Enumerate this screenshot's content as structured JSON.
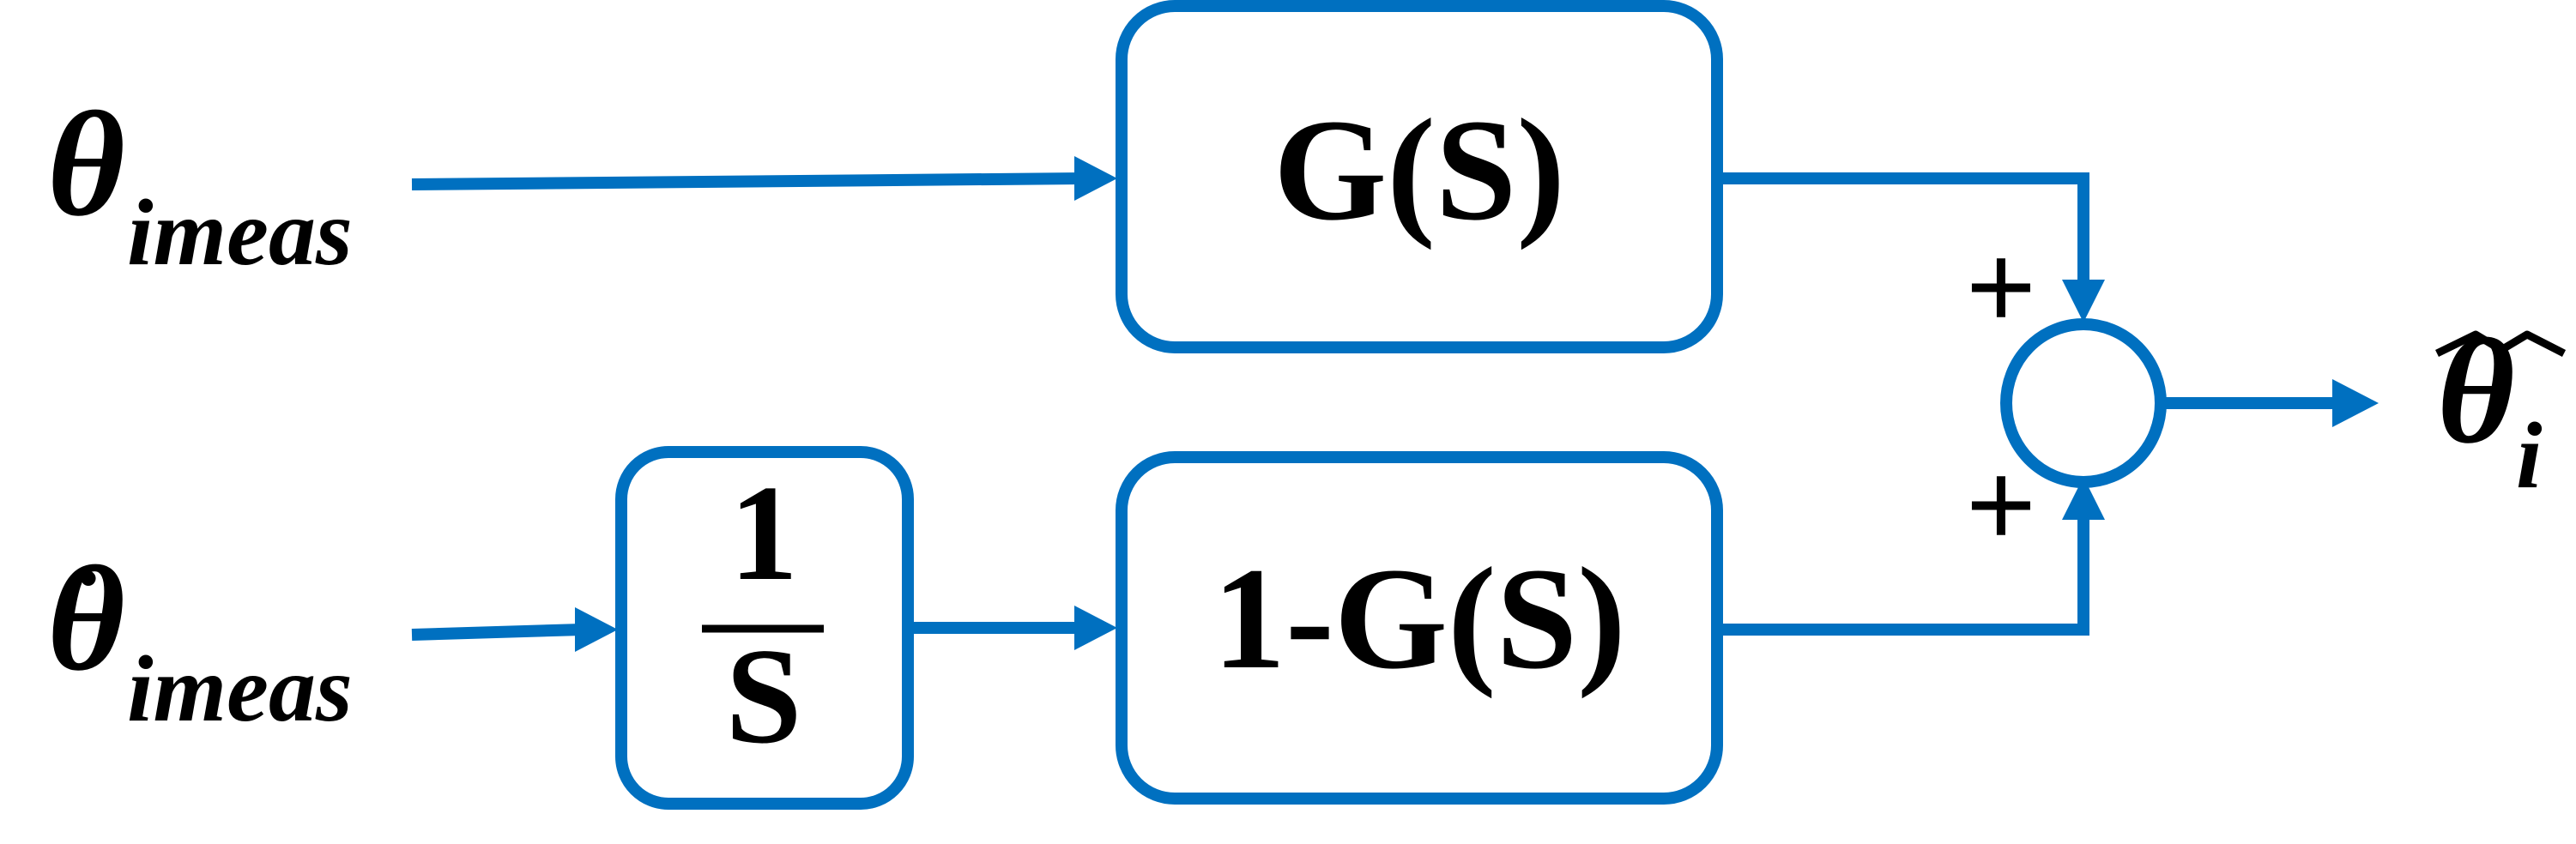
{
  "colors": {
    "accent": "#0070C0",
    "text": "#000000"
  },
  "inputs": {
    "theta_symbol": "θ",
    "theta_subscript": "imeas",
    "theta_dot_symbol": "θ",
    "theta_dot_subscript": "imeas",
    "dot_mark": "•"
  },
  "blocks": {
    "g_of_s": "G(S)",
    "integrator_numerator": "1",
    "integrator_denominator": "S",
    "one_minus_g": "1-G(S)"
  },
  "summing_junction": {
    "top_sign": "+",
    "bottom_sign": "+"
  },
  "output": {
    "symbol": "θ",
    "subscript": "i"
  }
}
